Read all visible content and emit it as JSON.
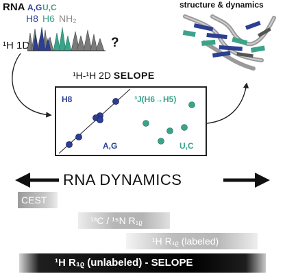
{
  "header": {
    "rna": "RNA",
    "ag": "A,G",
    "uc": "U,C",
    "h8": "H8",
    "h6": "H6",
    "nh2": "NH₂",
    "one_d": "¹H 1D",
    "question": "?",
    "structure": "structure & dynamics"
  },
  "selope": {
    "title_prefix": "¹H-¹H 2D ",
    "title_bold": "SELOPE",
    "h8": "H8",
    "coupling": "³J(H6→H5)",
    "ag": "A,G",
    "uc": "U,C"
  },
  "dynamics": {
    "title": "RNA DYNAMICS"
  },
  "methods": {
    "cest": "CEST",
    "c13n15": "¹³C / ¹⁵N R₁ᵨ",
    "h1_labeled": "¹H R₁ᵨ (labeled)",
    "h1_selope": "¹H R₁ᵨ (unlabeled) - SELOPE"
  },
  "colors": {
    "purine": "#2c3f93",
    "pyrimidine": "#3aa38a",
    "amino": "#8a8a8a",
    "spectrum": "#6f6f6f"
  }
}
